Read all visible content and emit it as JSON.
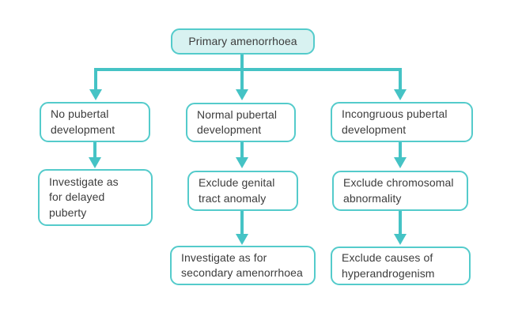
{
  "figure": {
    "type": "flowchart",
    "title": "Primary amenorrhoea evaluation flowchart",
    "root": {
      "label": "Primary amenorrhoea"
    },
    "branches": [
      {
        "name": "no-pubertal-development",
        "steps": [
          {
            "label": "No pubertal\ndevelopment"
          },
          {
            "label": "Investigate as\nfor delayed\npuberty"
          }
        ]
      },
      {
        "name": "normal-pubertal-development",
        "steps": [
          {
            "label": "Normal pubertal\ndevelopment"
          },
          {
            "label": "Exclude genital\ntract anomaly"
          },
          {
            "label": "Investigate as for\nsecondary amenorrhoea"
          }
        ]
      },
      {
        "name": "incongruous-pubertal-development",
        "steps": [
          {
            "label": "Incongruous pubertal\ndevelopment"
          },
          {
            "label": "Exclude chromosomal\nabnormality"
          },
          {
            "label": "Exclude causes of\nhyperandrogenism"
          }
        ]
      }
    ],
    "colors": {
      "connector": "#45c3c5",
      "box_border": "#54cbcb",
      "root_fill": "#d8f2f1",
      "box_fill": "#ffffff",
      "text": "#3c3c3c"
    }
  }
}
